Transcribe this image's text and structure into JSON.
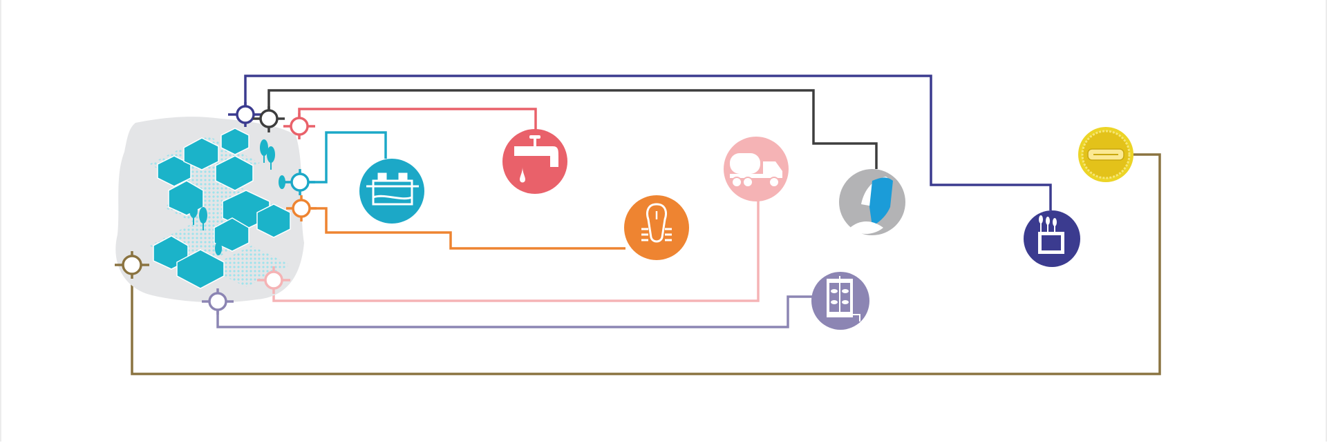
{
  "colors": {
    "background": "#ffffff",
    "town_blob": "#e4e5e7",
    "town_pattern": "#b9ecf2",
    "town_buildings": "#1bb3c9",
    "navy": "#3b3b8f",
    "charcoal": "#3d3d3d",
    "coral": "#e9616a",
    "cyan": "#1ca8c7",
    "orange": "#ee8431",
    "pink": "#f5b3b5",
    "lavender": "#8c85b3",
    "olive": "#8a7340",
    "gray": "#b3b3b5",
    "gold": "#ecd426"
  },
  "town": {
    "icon": "isometric-town-icon"
  },
  "nodes": [
    {
      "id": "septic-tank",
      "icon": "septic-tank-icon",
      "color": "#1ca8c7"
    },
    {
      "id": "water-tap",
      "icon": "water-tap-icon",
      "color": "#e9616a"
    },
    {
      "id": "latrine",
      "icon": "latrine-pit-icon",
      "color": "#ee8431"
    },
    {
      "id": "tanker-truck",
      "icon": "tanker-truck-icon",
      "color": "#f5b3b5"
    },
    {
      "id": "waterfall-discharge",
      "icon": "waterfall-discharge-icon",
      "color": "#b3b3b5"
    },
    {
      "id": "treatment-tank",
      "icon": "treatment-tank-icon",
      "color": "#8c85b3"
    },
    {
      "id": "wetland-box",
      "icon": "wetland-box-icon",
      "color": "#3b3b8f"
    },
    {
      "id": "manhole-cover",
      "icon": "manhole-cover-icon",
      "color": "#ecd426"
    }
  ],
  "connections": [
    {
      "from": "town",
      "to": "wetland-box",
      "color": "#3b3b8f"
    },
    {
      "from": "town",
      "to": "waterfall-discharge",
      "color": "#3d3d3d"
    },
    {
      "from": "town",
      "to": "water-tap",
      "color": "#e9616a"
    },
    {
      "from": "town",
      "to": "septic-tank",
      "color": "#1ca8c7"
    },
    {
      "from": "town",
      "to": "latrine",
      "color": "#ee8431"
    },
    {
      "from": "town",
      "to": "tanker-truck",
      "color": "#f5b3b5"
    },
    {
      "from": "town",
      "to": "treatment-tank",
      "color": "#8c85b3"
    },
    {
      "from": "town",
      "to": "manhole-cover",
      "color": "#8a7340"
    }
  ]
}
